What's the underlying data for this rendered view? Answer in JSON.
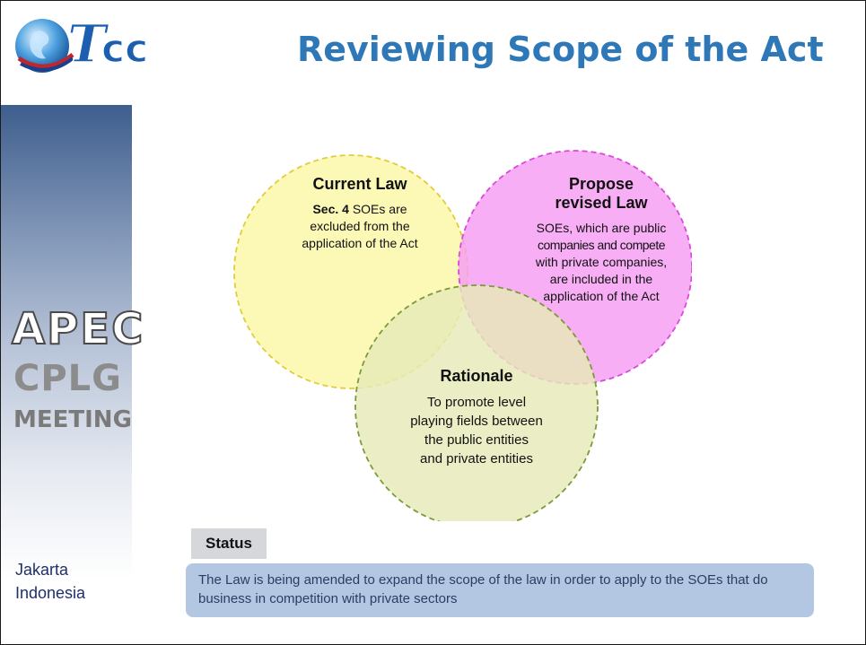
{
  "header": {
    "logo_text": "OTCC",
    "title": "Reviewing Scope of the Act"
  },
  "sidebar": {
    "apec": "APEC",
    "cplg": "CPLG",
    "meeting": "MEETING",
    "city": "Jakarta",
    "country": "Indonesia"
  },
  "venn": {
    "current": {
      "heading": "Current Law",
      "bold": "Sec. 4",
      "line1": "SOEs are",
      "line2": "excluded from the",
      "line3": "application of the Act"
    },
    "proposed": {
      "heading1": "Propose",
      "heading2": "revised Law",
      "line1": "SOEs, which are public",
      "line2": "companies and compete",
      "line3": "with private companies,",
      "line4": "are included in the",
      "line5": "application of the Act"
    },
    "rationale": {
      "heading": "Rationale",
      "line1": "To promote level",
      "line2": "playing fields between",
      "line3": "the public entities",
      "line4": "and private entities"
    }
  },
  "status": {
    "label": "Status",
    "text": "The Law is being amended to expand the scope of the law in order to apply to the SOEs that do business in competition with private sectors"
  },
  "colors": {
    "title": "#2e78b8",
    "circle_current": "#fbf7a6",
    "circle_proposed": "#f59cf3",
    "circle_rationale": "#e6eab8",
    "status_box": "#b3c7e3"
  }
}
